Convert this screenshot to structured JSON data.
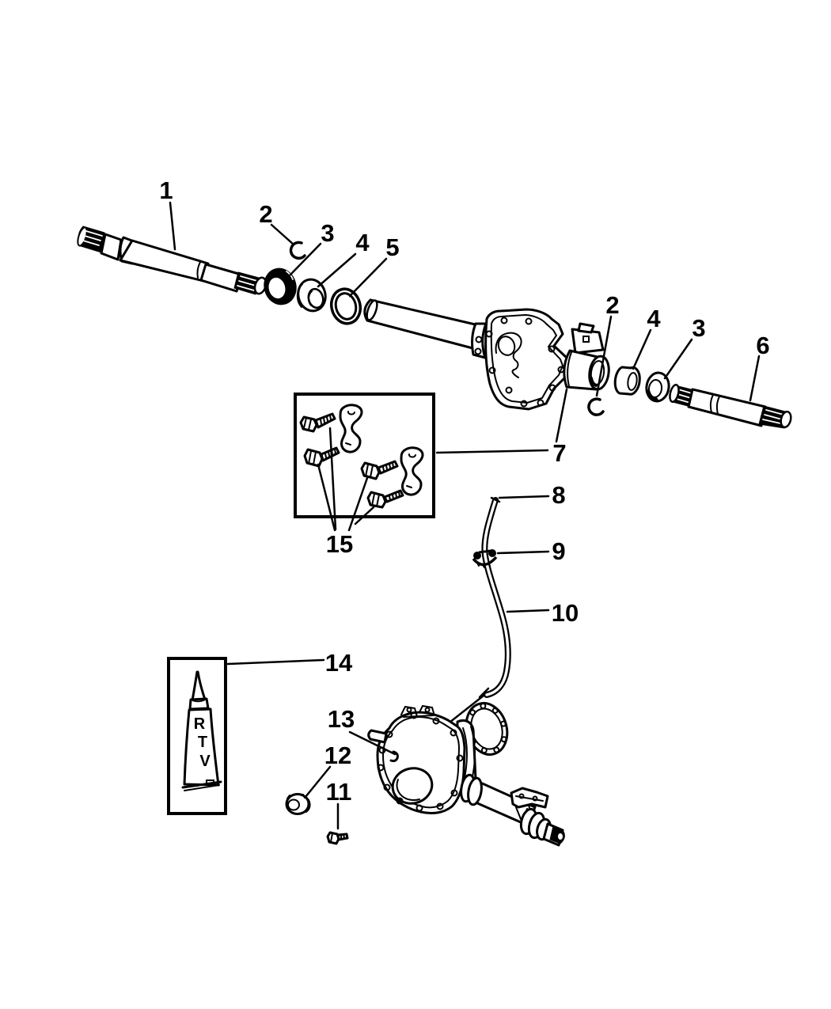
{
  "figure": {
    "background_color": "#ffffff",
    "line_color": "#000000",
    "type": "exploded-parts-diagram",
    "callouts": [
      {
        "id": "axle-shaft-left",
        "label": "1"
      },
      {
        "id": "snap-ring-left",
        "label": "2"
      },
      {
        "id": "seal-left",
        "label": "3"
      },
      {
        "id": "bearing-left",
        "label": "4"
      },
      {
        "id": "ring",
        "label": "5"
      },
      {
        "id": "snap-ring-right",
        "label": "2"
      },
      {
        "id": "bearing-right",
        "label": "4"
      },
      {
        "id": "seal-right",
        "label": "3"
      },
      {
        "id": "axle-shaft-right",
        "label": "6"
      },
      {
        "id": "axle-housing",
        "label": "7"
      },
      {
        "id": "vent-fitting",
        "label": "8"
      },
      {
        "id": "hose-clip",
        "label": "9"
      },
      {
        "id": "vent-hose",
        "label": "10"
      },
      {
        "id": "retainer-bolts",
        "label": "15"
      },
      {
        "id": "rtv-sealant-tube",
        "label": "14"
      },
      {
        "id": "front-axle-housing",
        "label": "13"
      },
      {
        "id": "fill-plug",
        "label": "12"
      },
      {
        "id": "cover-bolt",
        "label": "11"
      }
    ],
    "rtv_tube": {
      "lines": [
        "R",
        "T",
        "V"
      ]
    }
  }
}
